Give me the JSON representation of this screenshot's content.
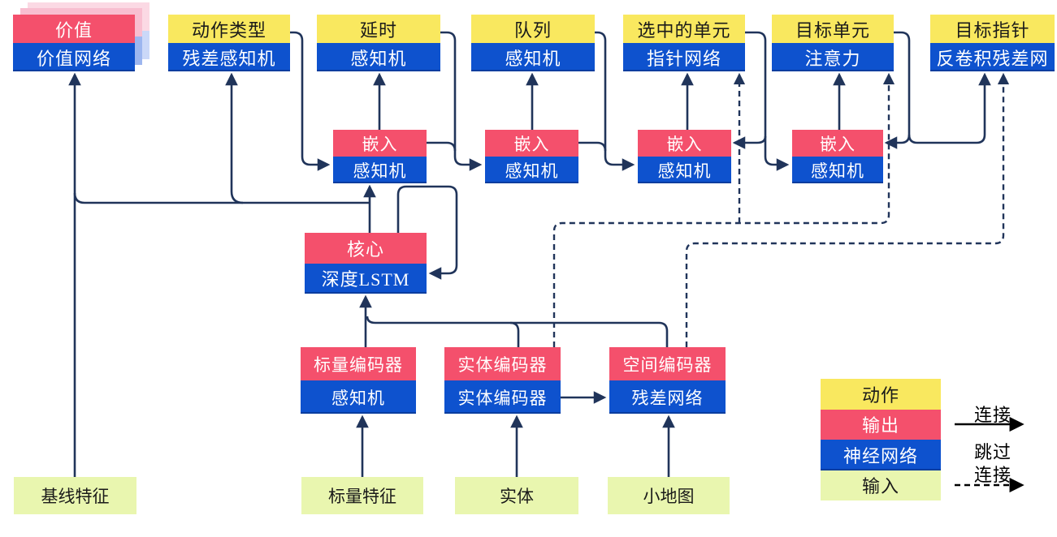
{
  "diagram_type": "neural-network-architecture",
  "colors": {
    "action_yellow": "#F9E85F",
    "output_pink": "#F4506C",
    "network_blue": "#0E52CE",
    "input_green": "#E9F6AF",
    "connector_navy": "#20345A",
    "legend_arrow_black": "#000000",
    "value_shadow_pink": "#F8BED0",
    "value_shadow_blue": "#9DB6EF"
  },
  "nodes": {
    "value": {
      "top": "价值",
      "bottom": "价值网络"
    },
    "action_type": {
      "top": "动作类型",
      "bottom": "残差感知机"
    },
    "delay": {
      "top": "延时",
      "bottom": "感知机"
    },
    "queue": {
      "top": "队列",
      "bottom": "感知机"
    },
    "selected_units": {
      "top": "选中的单元",
      "bottom": "指针网络"
    },
    "target_unit": {
      "top": "目标单元",
      "bottom": "注意力"
    },
    "target_pointer": {
      "top": "目标指针",
      "bottom": "反卷积残差网"
    },
    "embed_1": {
      "top": "嵌入",
      "bottom": "感知机"
    },
    "embed_2": {
      "top": "嵌入",
      "bottom": "感知机"
    },
    "embed_3": {
      "top": "嵌入",
      "bottom": "感知机"
    },
    "embed_4": {
      "top": "嵌入",
      "bottom": "感知机"
    },
    "core": {
      "top": "核心",
      "bottom": "深度LSTM"
    },
    "scalar_encoder": {
      "top": "标量编码器",
      "bottom": "感知机"
    },
    "entity_encoder": {
      "top": "实体编码器",
      "bottom": "实体编码器"
    },
    "spatial_encoder": {
      "top": "空间编码器",
      "bottom": "残差网络"
    },
    "baseline_features": {
      "label": "基线特征"
    },
    "scalar_features": {
      "label": "标量特征"
    },
    "entities": {
      "label": "实体"
    },
    "minimap": {
      "label": "小地图"
    }
  },
  "legend": {
    "items": [
      {
        "label": "动作",
        "type": "action"
      },
      {
        "label": "输出",
        "type": "output"
      },
      {
        "label": "神经网络",
        "type": "network"
      },
      {
        "label": "输入",
        "type": "input"
      }
    ],
    "solid_arrow_label": "连接",
    "dashed_arrow_label_line1": "跳过",
    "dashed_arrow_label_line2": "连接"
  }
}
